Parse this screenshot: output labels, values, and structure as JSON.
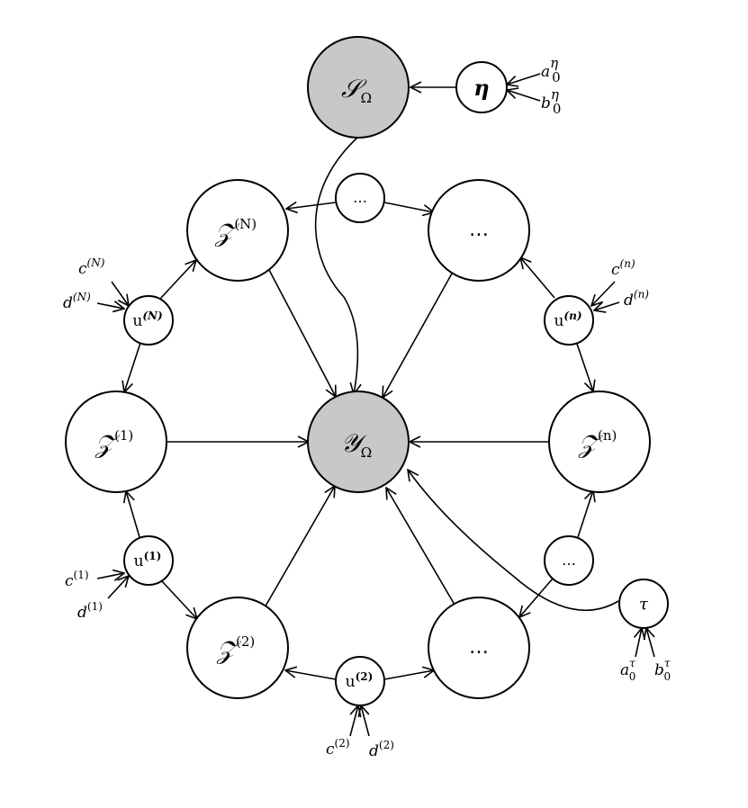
{
  "nodes": {
    "S": {
      "main": "𝒮",
      "sub": "Ω"
    },
    "Y": {
      "main": "𝒴",
      "sub": "Ω"
    },
    "eta": {
      "main": "η"
    },
    "tau": {
      "main": "τ"
    },
    "Z1": {
      "main": "𝒵",
      "sup": "(1)"
    },
    "Z2": {
      "main": "𝒵",
      "sup": "(2)"
    },
    "ZN": {
      "main": "𝒵",
      "sup": "(N)"
    },
    "Zn": {
      "main": "𝒵",
      "sup": "(n)"
    },
    "dots_tr": "…",
    "dots_br": "…",
    "dots_top": "…",
    "dots_right": "…",
    "u1": {
      "main": "u",
      "sup": "(1)"
    },
    "u2": {
      "main": "u",
      "sup": "(2)"
    },
    "uN": {
      "main": "u",
      "sup": "(N)"
    },
    "un": {
      "main": "u",
      "sup": "(n)"
    }
  },
  "hyper": {
    "a_eta": {
      "main": "a",
      "sub": "0",
      "sup": "η"
    },
    "b_eta": {
      "main": "b",
      "sub": "0",
      "sup": "η"
    },
    "a_tau": {
      "main": "a",
      "sub": "0",
      "sup": "τ"
    },
    "b_tau": {
      "main": "b",
      "sub": "0",
      "sup": "τ"
    },
    "cN": {
      "main": "c",
      "sup": "(N)"
    },
    "dN": {
      "main": "d",
      "sup": "(N)"
    },
    "cn": {
      "main": "c",
      "sup": "(n)"
    },
    "dn": {
      "main": "d",
      "sup": "(n)"
    },
    "c1": {
      "main": "c",
      "sup": "(1)"
    },
    "d1": {
      "main": "d",
      "sup": "(1)"
    },
    "c2": {
      "main": "c",
      "sup": "(2)"
    },
    "d2": {
      "main": "d",
      "sup": "(2)"
    }
  }
}
